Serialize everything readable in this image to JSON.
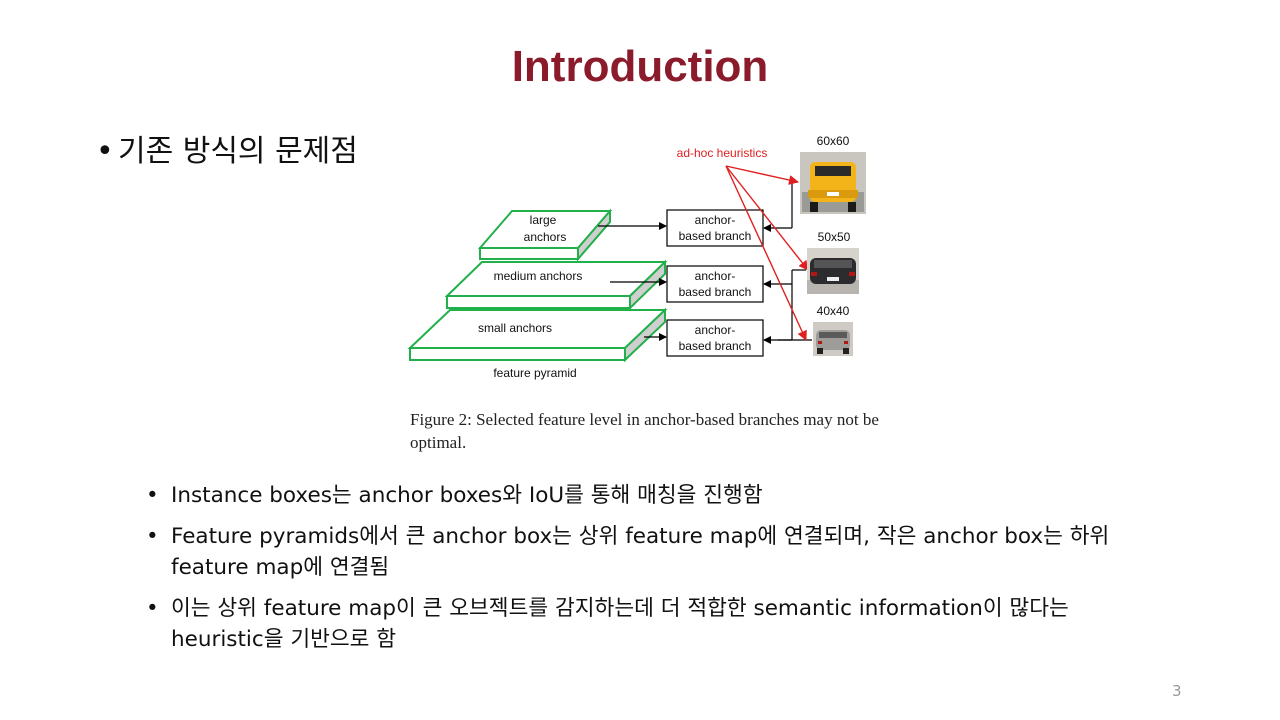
{
  "slide": {
    "title": "Introduction",
    "top_bullet": "기존 방식의 문제점",
    "bullets": [
      "Instance boxes는 anchor boxes와 IoU를 통해 매칭을 진행함",
      "Feature pyramids에서 큰 anchor box는 상위 feature map에 연결되며, 작은 anchor box는 하위 feature map에 연결됨",
      "이는 상위 feature map이 큰 오브젝트를 감지하는데 더 적합한 semantic information이 많다는 heuristic을 기반으로 함"
    ],
    "page_number": "3"
  },
  "figure": {
    "annotation": "ad-hoc heuristics",
    "layers": [
      "large anchors",
      "medium anchors",
      "small anchors"
    ],
    "pyramid_label": "feature pyramid",
    "branches": [
      "anchor-based branch",
      "anchor-based branch",
      "anchor-based branch"
    ],
    "sizes": [
      "60x60",
      "50x50",
      "40x40"
    ],
    "caption": "Figure 2: Selected feature level in anchor-based branches may not be optimal.",
    "colors": {
      "layer_stroke": "#22b04b",
      "layer_side": "#cfcfcf",
      "annotation": "#e02020",
      "title": "#8b1a2b"
    }
  }
}
